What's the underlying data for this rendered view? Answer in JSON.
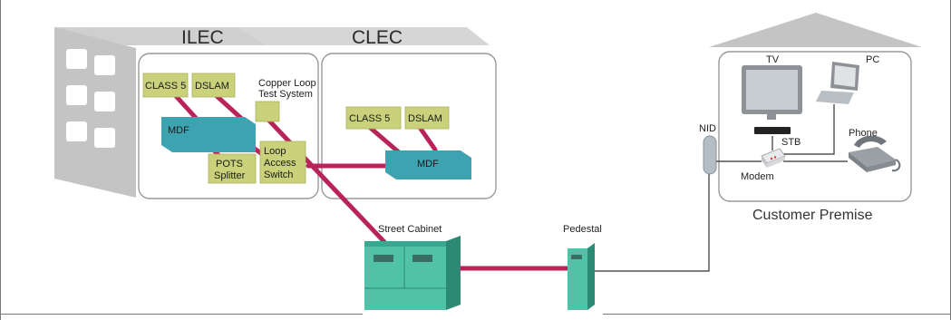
{
  "headers": {
    "ilec": "ILEC",
    "clec": "CLEC"
  },
  "ilec": {
    "class5": "CLASS 5",
    "dslam": "DSLAM",
    "mdf": "MDF",
    "copper_loop_line1": "Copper Loop",
    "copper_loop_line2": "Test System",
    "pots_line1": "POTS",
    "pots_line2": "Splitter",
    "las_line1": "Loop",
    "las_line2": "Access",
    "las_line3": "Switch"
  },
  "clec": {
    "class5": "CLASS 5",
    "dslam": "DSLAM",
    "mdf": "MDF"
  },
  "outside_plant": {
    "street_cabinet": "Street Cabinet",
    "pedestal": "Pedestal",
    "nid": "NID"
  },
  "customer_premise": {
    "title": "Customer Premise",
    "tv": "TV",
    "pc": "PC",
    "stb": "STB",
    "phone": "Phone",
    "modem": "Modem"
  },
  "colors": {
    "loop_line": "#b8245a",
    "equipment_box": "#c9d27a",
    "mdf_box": "#3ea3b0",
    "cabinet": "#4fc2a8",
    "building_gray": "#c9c9c9"
  }
}
